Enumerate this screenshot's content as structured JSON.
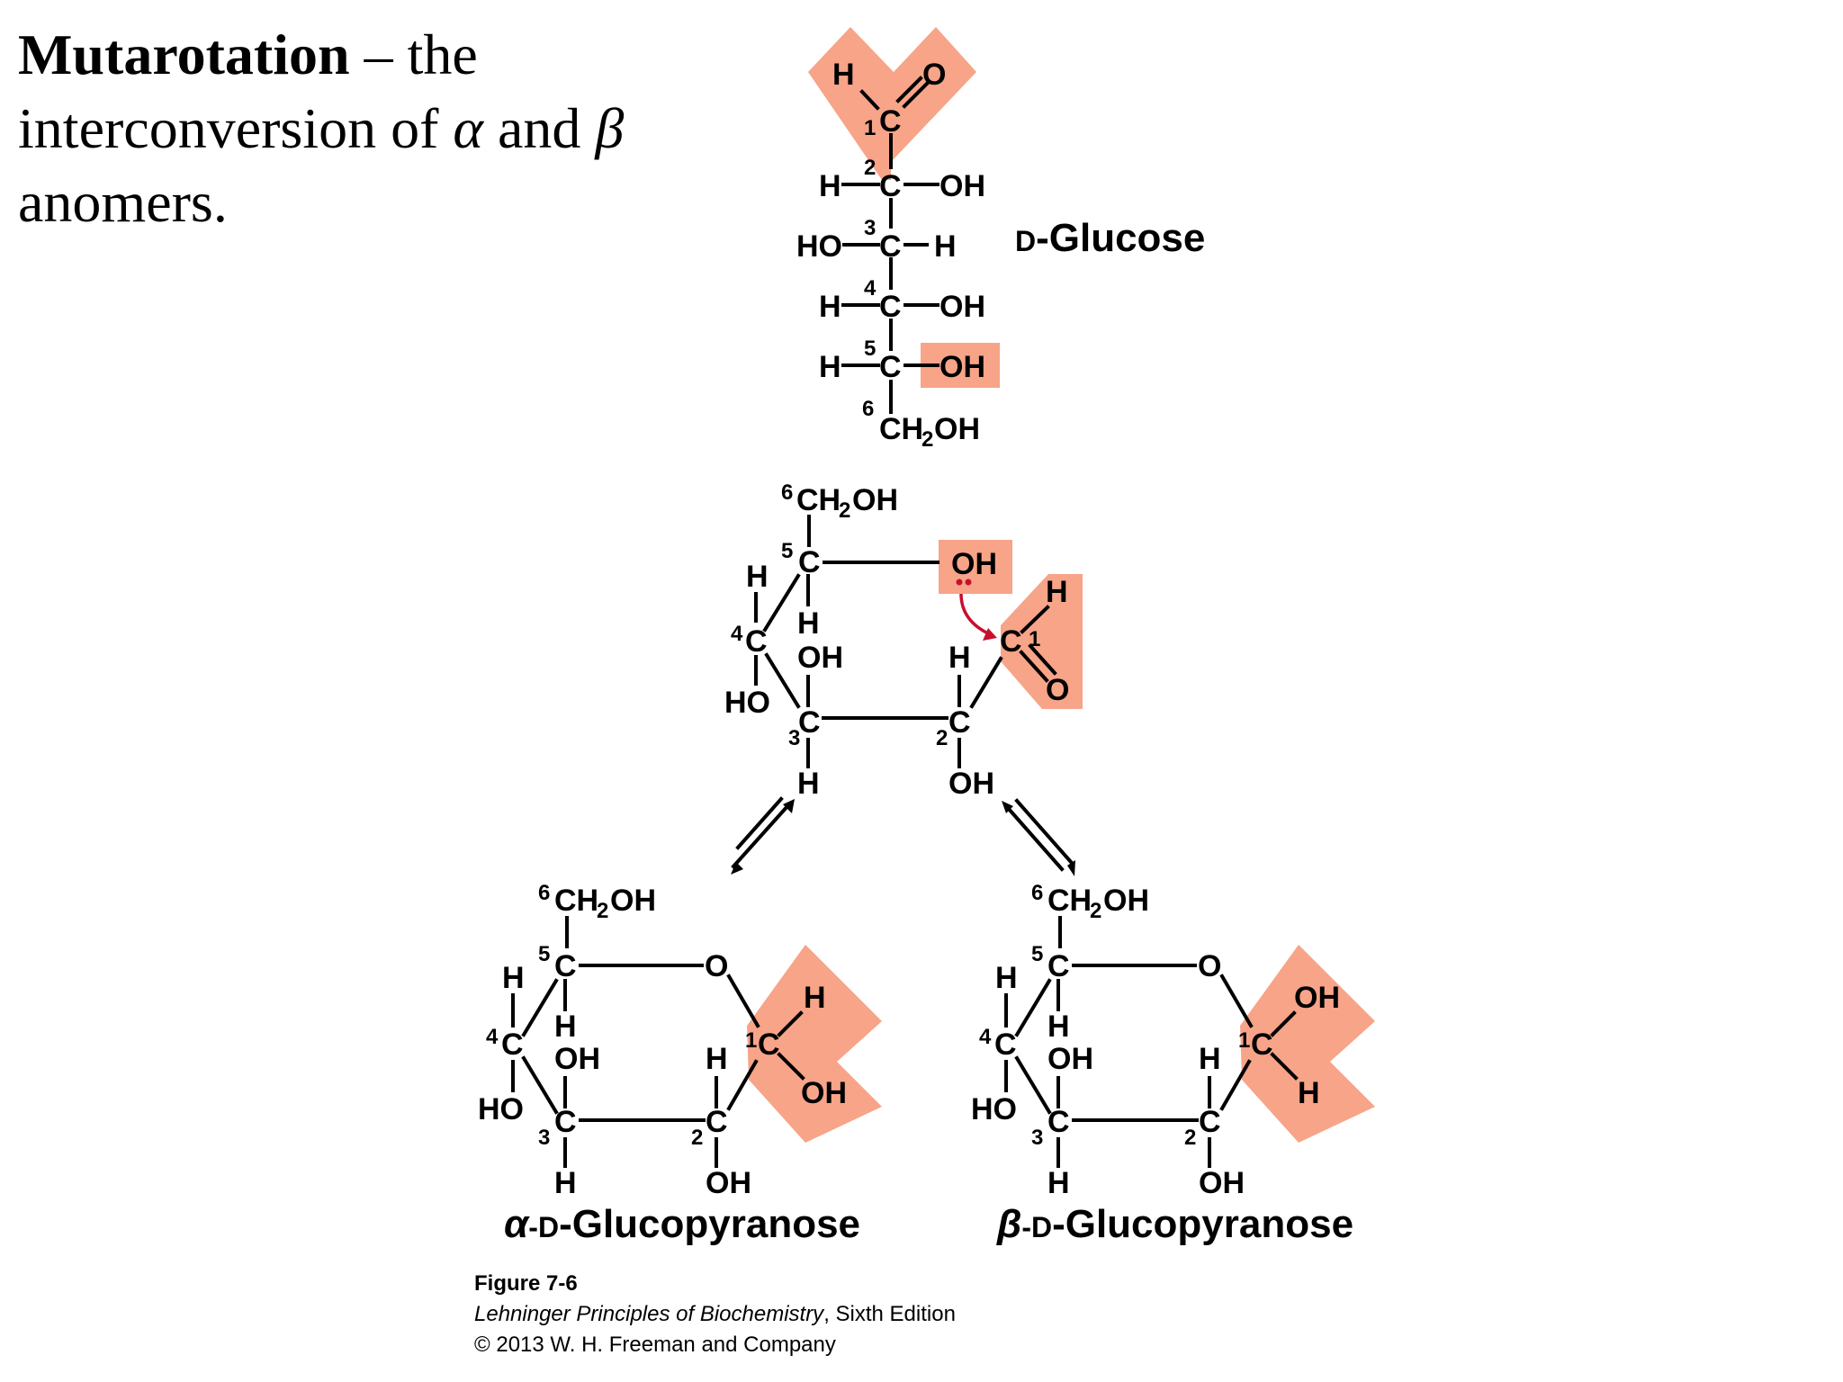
{
  "title": {
    "strong": "Mutarotation",
    "dash": " – the",
    "line2_a": "interconversion of ",
    "alpha": "α",
    "line2_b": " and ",
    "beta": "β",
    "line3": "anomers."
  },
  "diagram": {
    "atoms": {
      "C": "C",
      "H": "H",
      "O": "O",
      "OH": "OH",
      "HO": "HO",
      "CH": "CH",
      "two": "2"
    },
    "numbers": {
      "n1": "1",
      "n2": "2",
      "n3": "3",
      "n4": "4",
      "n5": "5",
      "n6": "6"
    },
    "glucose_label_prefix": "D",
    "glucose_label_rest": "-Glucose",
    "alpha_label_greek": "α",
    "alpha_label_d": "-D",
    "alpha_label_rest": "-Glucopyranose",
    "beta_label_greek": "β",
    "beta_label_d": "-D",
    "beta_label_rest": "-Glucopyranose"
  },
  "caption": {
    "figure": "Figure 7-6",
    "book": "Lehninger Principles of Biochemistry",
    "edition": ", Sixth Edition",
    "copyright": "© 2013 W. H. Freeman and Company"
  },
  "colors": {
    "highlight": "#f7a488",
    "arrow": "#c8102e",
    "lone_pair": "#c8102e"
  }
}
